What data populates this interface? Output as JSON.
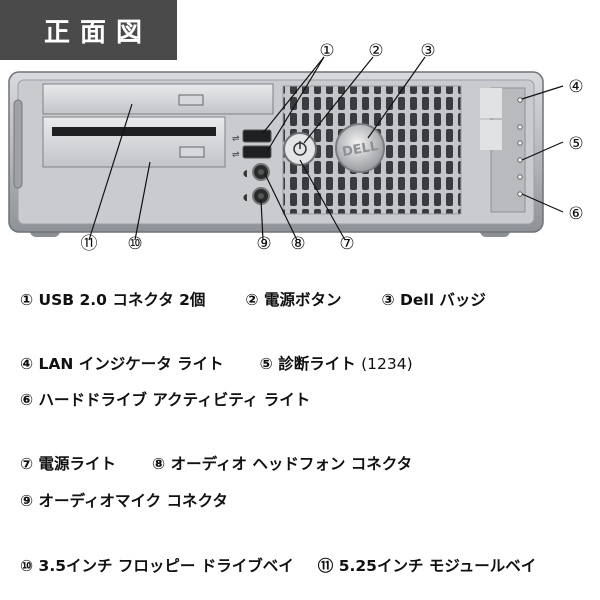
{
  "title": "正面図",
  "callouts": [
    "①",
    "②",
    "③",
    "④",
    "⑤",
    "⑥",
    "⑦",
    "⑧",
    "⑨",
    "⑩",
    "⑪"
  ],
  "badge": "DELL",
  "legend": [
    [
      {
        "num": "①",
        "label": "USB 2.0 コネクタ 2個"
      },
      {
        "num": "②",
        "label": "電源ボタン"
      },
      {
        "num": "③",
        "label": "Dell バッジ"
      }
    ],
    [
      {
        "num": "④",
        "label": "LAN インジケータ ライト"
      },
      {
        "num": "⑤",
        "label": "診断ライト",
        "sub": "(1234)"
      }
    ],
    [
      {
        "num": "⑥",
        "label": "ハードドライブ アクティビティ ライト"
      }
    ],
    [
      {
        "num": "⑦",
        "label": "電源ライト"
      },
      {
        "num": "⑧",
        "label": "オーディオ ヘッドフォン コネクタ"
      }
    ],
    [
      {
        "num": "⑨",
        "label": "オーディオマイク コネクタ"
      }
    ],
    [
      {
        "num": "⑩",
        "label": "3.5インチ フロッピー ドライブベイ"
      },
      {
        "num": "⑪",
        "label": "5.25インチ モジュールベイ"
      }
    ]
  ]
}
